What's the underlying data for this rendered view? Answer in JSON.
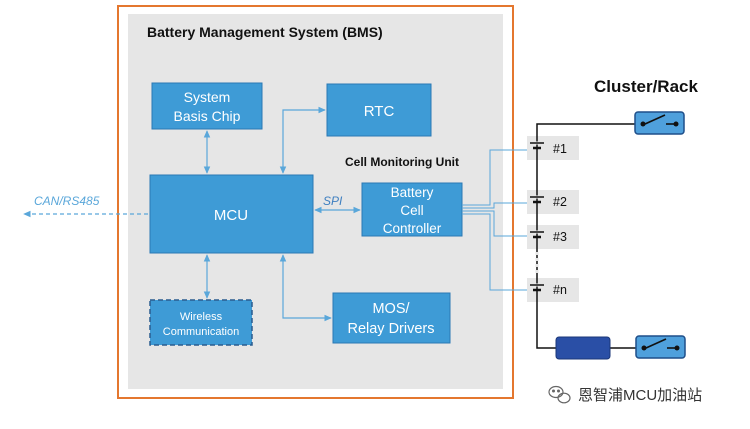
{
  "bms": {
    "title": "Battery Management System (BMS)"
  },
  "blocks": {
    "sbc": [
      "System",
      "Basis Chip"
    ],
    "rtc": "RTC",
    "mcu": "MCU",
    "bcc": [
      "Battery",
      "Cell",
      "Controller"
    ],
    "wireless": [
      "Wireless",
      "Communication"
    ],
    "mos": [
      "MOS/",
      "Relay Drivers"
    ]
  },
  "labels": {
    "cmu": "Cell Monitoring Unit",
    "spi": "SPI",
    "can": "CAN/RS485",
    "cluster": "Cluster/Rack"
  },
  "cells": [
    "#1",
    "#2",
    "#3",
    "#n"
  ],
  "shunt": "",
  "watermark": "恩智浦MCU加油站",
  "colors": {
    "frame": "#e4772f",
    "panel": "#e6e6e6",
    "block": "#3e9bd6",
    "block_border": "#2b78b4",
    "arrow": "#5aa7da",
    "shunt": "#2a4fa6",
    "wire": "#111111"
  },
  "icons": {
    "switch": "switch-icon",
    "battery": "battery-cell-icon",
    "wechat": "wechat-icon"
  }
}
